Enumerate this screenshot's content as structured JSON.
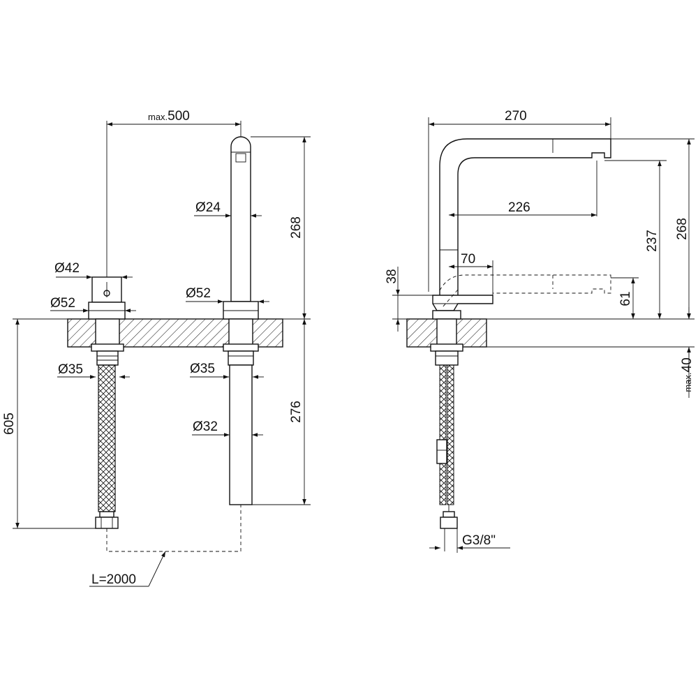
{
  "front_view": {
    "max_reach_prefix": "max.",
    "max_reach_value": "500",
    "dia_handle_top": "Ø42",
    "dia_handle_base": "Ø52",
    "dia_spout": "Ø24",
    "dia_spout_base": "Ø52",
    "dia_shank_left": "Ø35",
    "dia_shank_right": "Ø35",
    "dia_tube": "Ø32",
    "height_above_deck": "268",
    "depth_below_deck": "276",
    "hose_drop": "605",
    "hose_length": "L=2000"
  },
  "side_view": {
    "total_reach": "270",
    "spout_reach": "226",
    "handle_offset": "70",
    "total_height": "268",
    "outlet_height": "237",
    "lowered_height": "61",
    "handle_height": "38",
    "max_deck_prefix": "max.",
    "max_deck_value": "40",
    "connection_thread": "G3/8\""
  }
}
